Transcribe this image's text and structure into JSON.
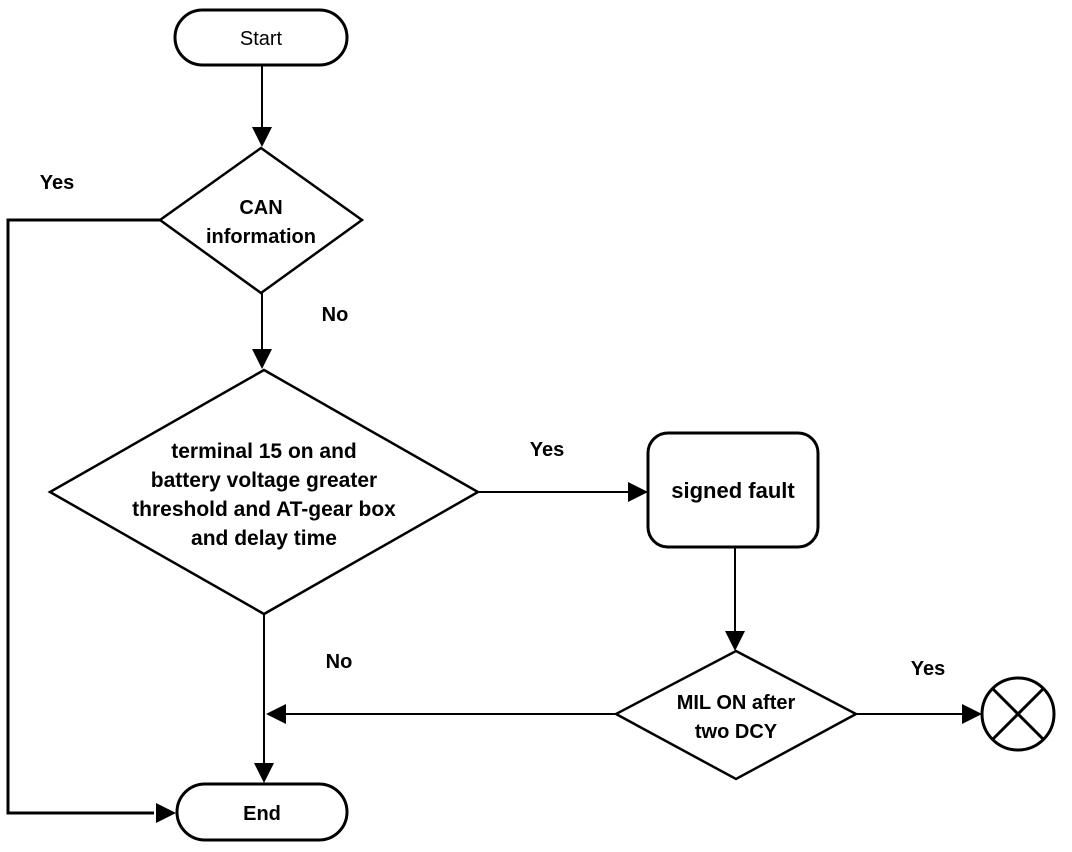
{
  "flowchart": {
    "background_color": "#ffffff",
    "stroke_color": "#000000",
    "nodes": {
      "start": {
        "type": "terminator",
        "label": "Start"
      },
      "can_decision": {
        "type": "decision",
        "line1": "CAN",
        "line2": "information"
      },
      "main_decision": {
        "type": "decision",
        "line1": "terminal 15 on and",
        "line2": "battery voltage greater",
        "line3": "threshold and AT-gear box",
        "line4": "and delay time"
      },
      "signed_fault": {
        "type": "process",
        "label": "signed fault"
      },
      "mil_decision": {
        "type": "decision",
        "line1": "MIL ON after",
        "line2": "two DCY"
      },
      "end": {
        "type": "terminator",
        "label": "End"
      },
      "mil_yes_terminator": {
        "type": "crossed-circle"
      }
    },
    "edge_labels": {
      "can_yes": "Yes",
      "can_no": "No",
      "main_yes": "Yes",
      "main_no": "No",
      "mil_yes": "Yes"
    }
  }
}
